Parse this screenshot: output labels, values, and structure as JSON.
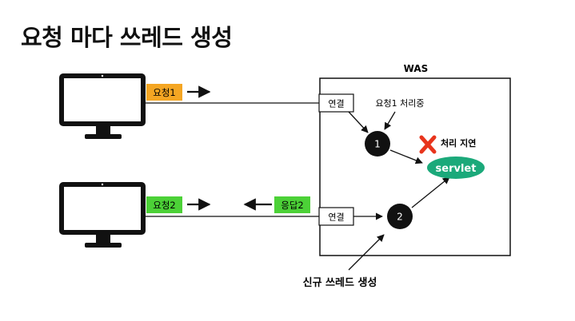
{
  "title": "요청 마다 쓰레드 생성",
  "was_label": "WAS",
  "request1": {
    "label": "요청1",
    "color": "#F5A623"
  },
  "request2": {
    "label": "요청2",
    "color": "#4CD137"
  },
  "response2": {
    "label": "응답2",
    "color": "#4CD137"
  },
  "connect1": "연결",
  "connect2": "연결",
  "thread1": {
    "label": "1",
    "note": "요청1 처리중"
  },
  "thread2": {
    "label": "2",
    "note": "신규 쓰레드 생성"
  },
  "delay": {
    "label": "처리 지연",
    "mark_color": "#E8341C"
  },
  "servlet": {
    "label": "servlet",
    "color": "#1BA97A"
  }
}
